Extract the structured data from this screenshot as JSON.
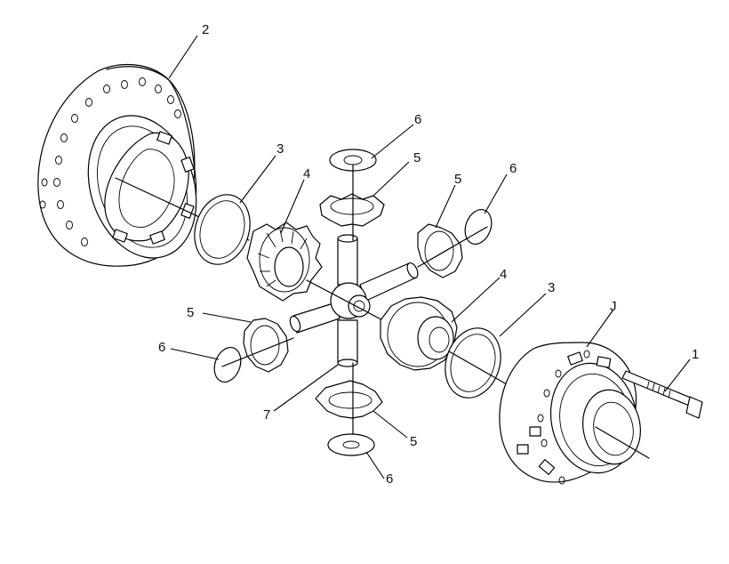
{
  "callouts": {
    "c1": "1",
    "c2": "2",
    "c3a": "3",
    "c3b": "3",
    "c4a": "4",
    "c4b": "4",
    "c5a": "5",
    "c5b": "5",
    "c5c": "5",
    "c5d": "5",
    "c6a": "6",
    "c6b": "6",
    "c6c": "6",
    "c6d": "6",
    "c7": "7",
    "cJ": "J"
  }
}
